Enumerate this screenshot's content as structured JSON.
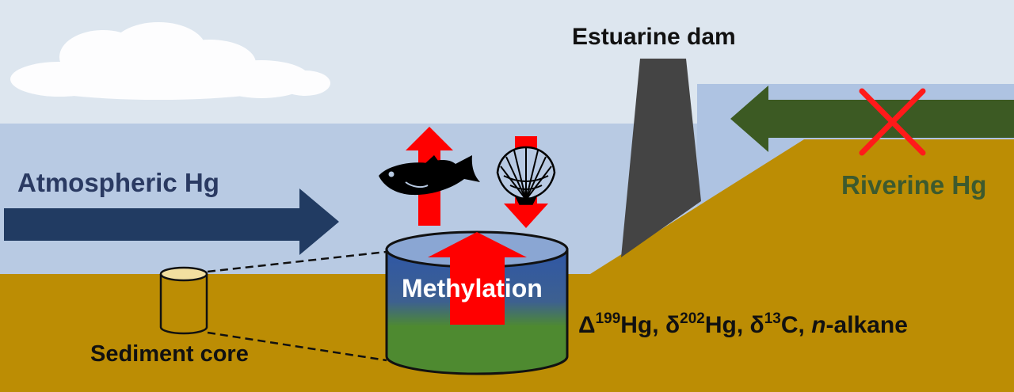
{
  "labels": {
    "dam": "Estuarine dam",
    "atmospheric": "Atmospheric Hg",
    "riverine": "Riverine Hg",
    "methylation": "Methylation",
    "sediment_core": "Sediment core"
  },
  "isotopes": {
    "delta": "Δ",
    "d199_sup": "199",
    "hg1": "Hg, ",
    "small_delta_a": "δ",
    "d202_sup": "202",
    "hg2": "Hg, ",
    "small_delta_b": "δ",
    "c13_sup": "13",
    "carbon": "C, ",
    "n_italic": "n",
    "alkane": "-alkane"
  },
  "colors": {
    "sky": "#dde6ef",
    "water": "#b8cae3",
    "water_upstream": "#aec3e2",
    "sediment": "#bc8d04",
    "dam": "#444444",
    "atmospheric_arrow": "#213b62",
    "riverine_arrow": "#3c5a23",
    "methylation_arrow": "#ff0000",
    "tank_top": "#2f57a6",
    "tank_bottom": "#4e8a30",
    "core_fill": "#f2dfa0",
    "cross": "#ff1a1a"
  },
  "icons": [
    "cloud-icon",
    "fish-icon",
    "scallop-shell-icon",
    "cross-mark-icon"
  ]
}
